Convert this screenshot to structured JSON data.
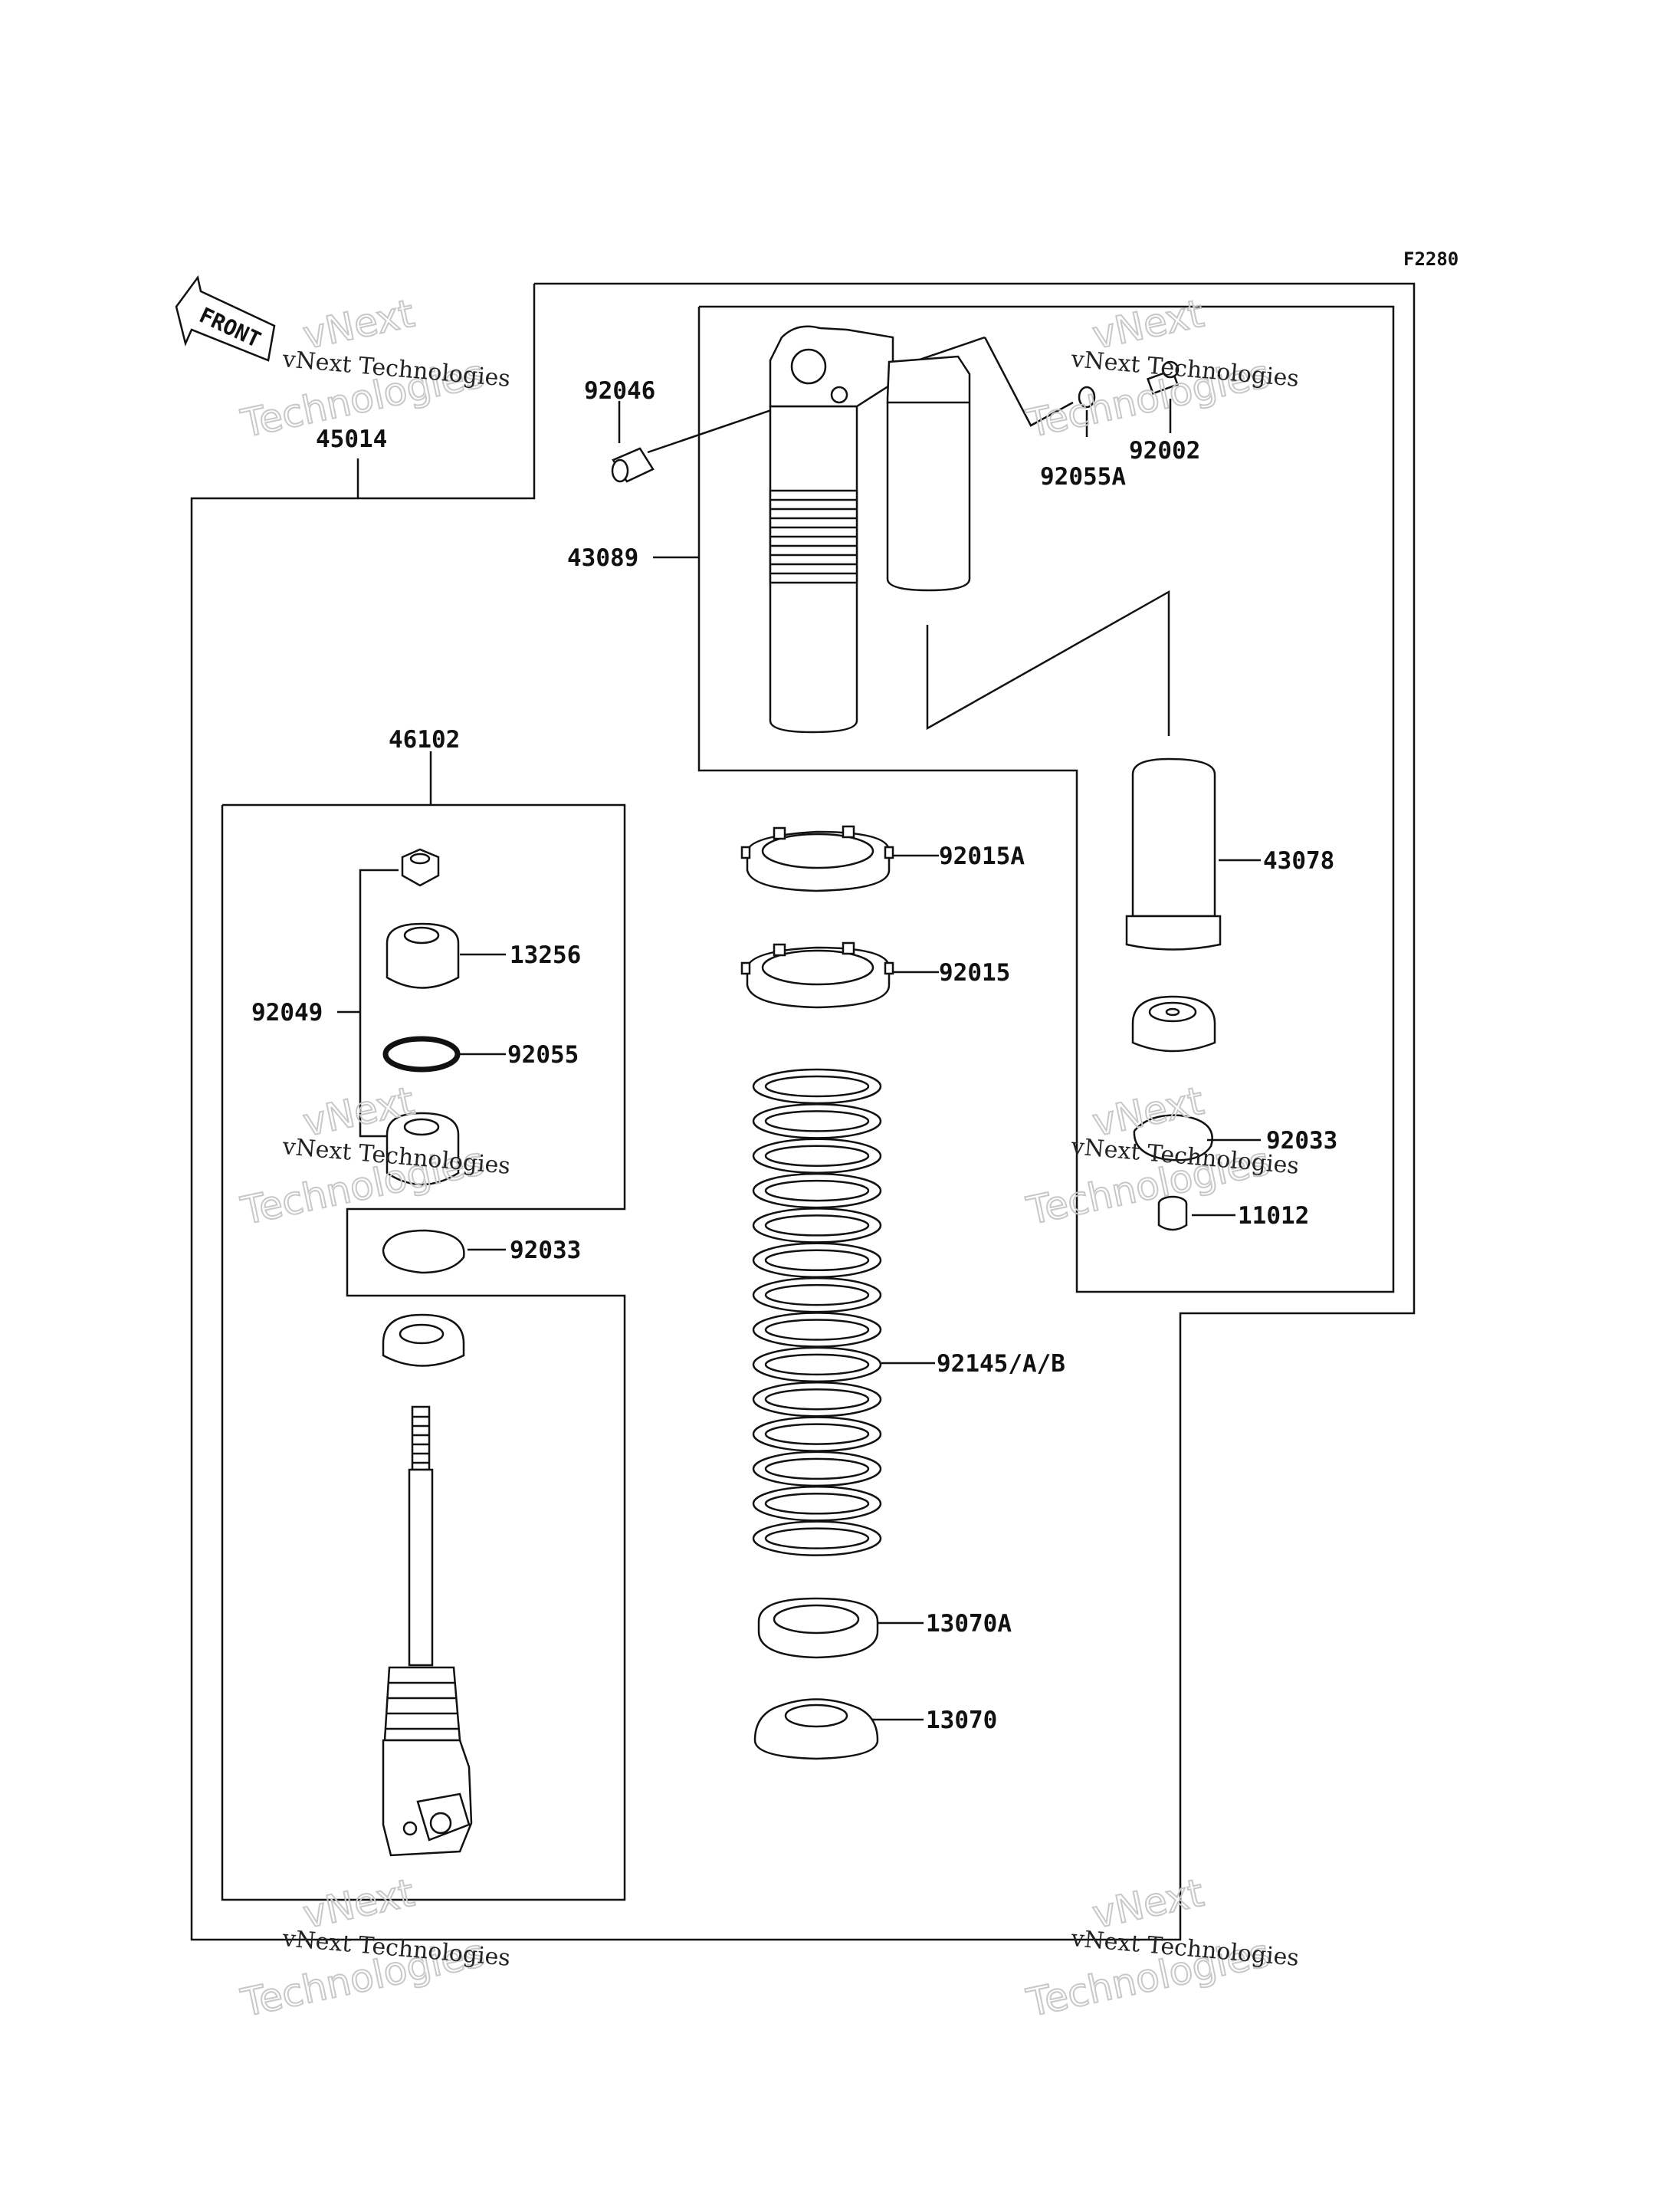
{
  "figure_code": "F2280",
  "front_label": "FRONT",
  "watermark": {
    "line1": "vNext Technologies",
    "line2": "Technologies",
    "line3": "vNext"
  },
  "parts": {
    "p45014": "45014",
    "p43089": "43089",
    "p92046": "92046",
    "p92055A": "92055A",
    "p92002": "92002",
    "p46102": "46102",
    "p92015A": "92015A",
    "p92015": "92015",
    "p43078": "43078",
    "p13256": "13256",
    "p92049": "92049",
    "p92055": "92055",
    "p92033_left": "92033",
    "p92033_right": "92033",
    "p11012": "11012",
    "p92145": "92145/A/B",
    "p13070A": "13070A",
    "p13070": "13070"
  }
}
